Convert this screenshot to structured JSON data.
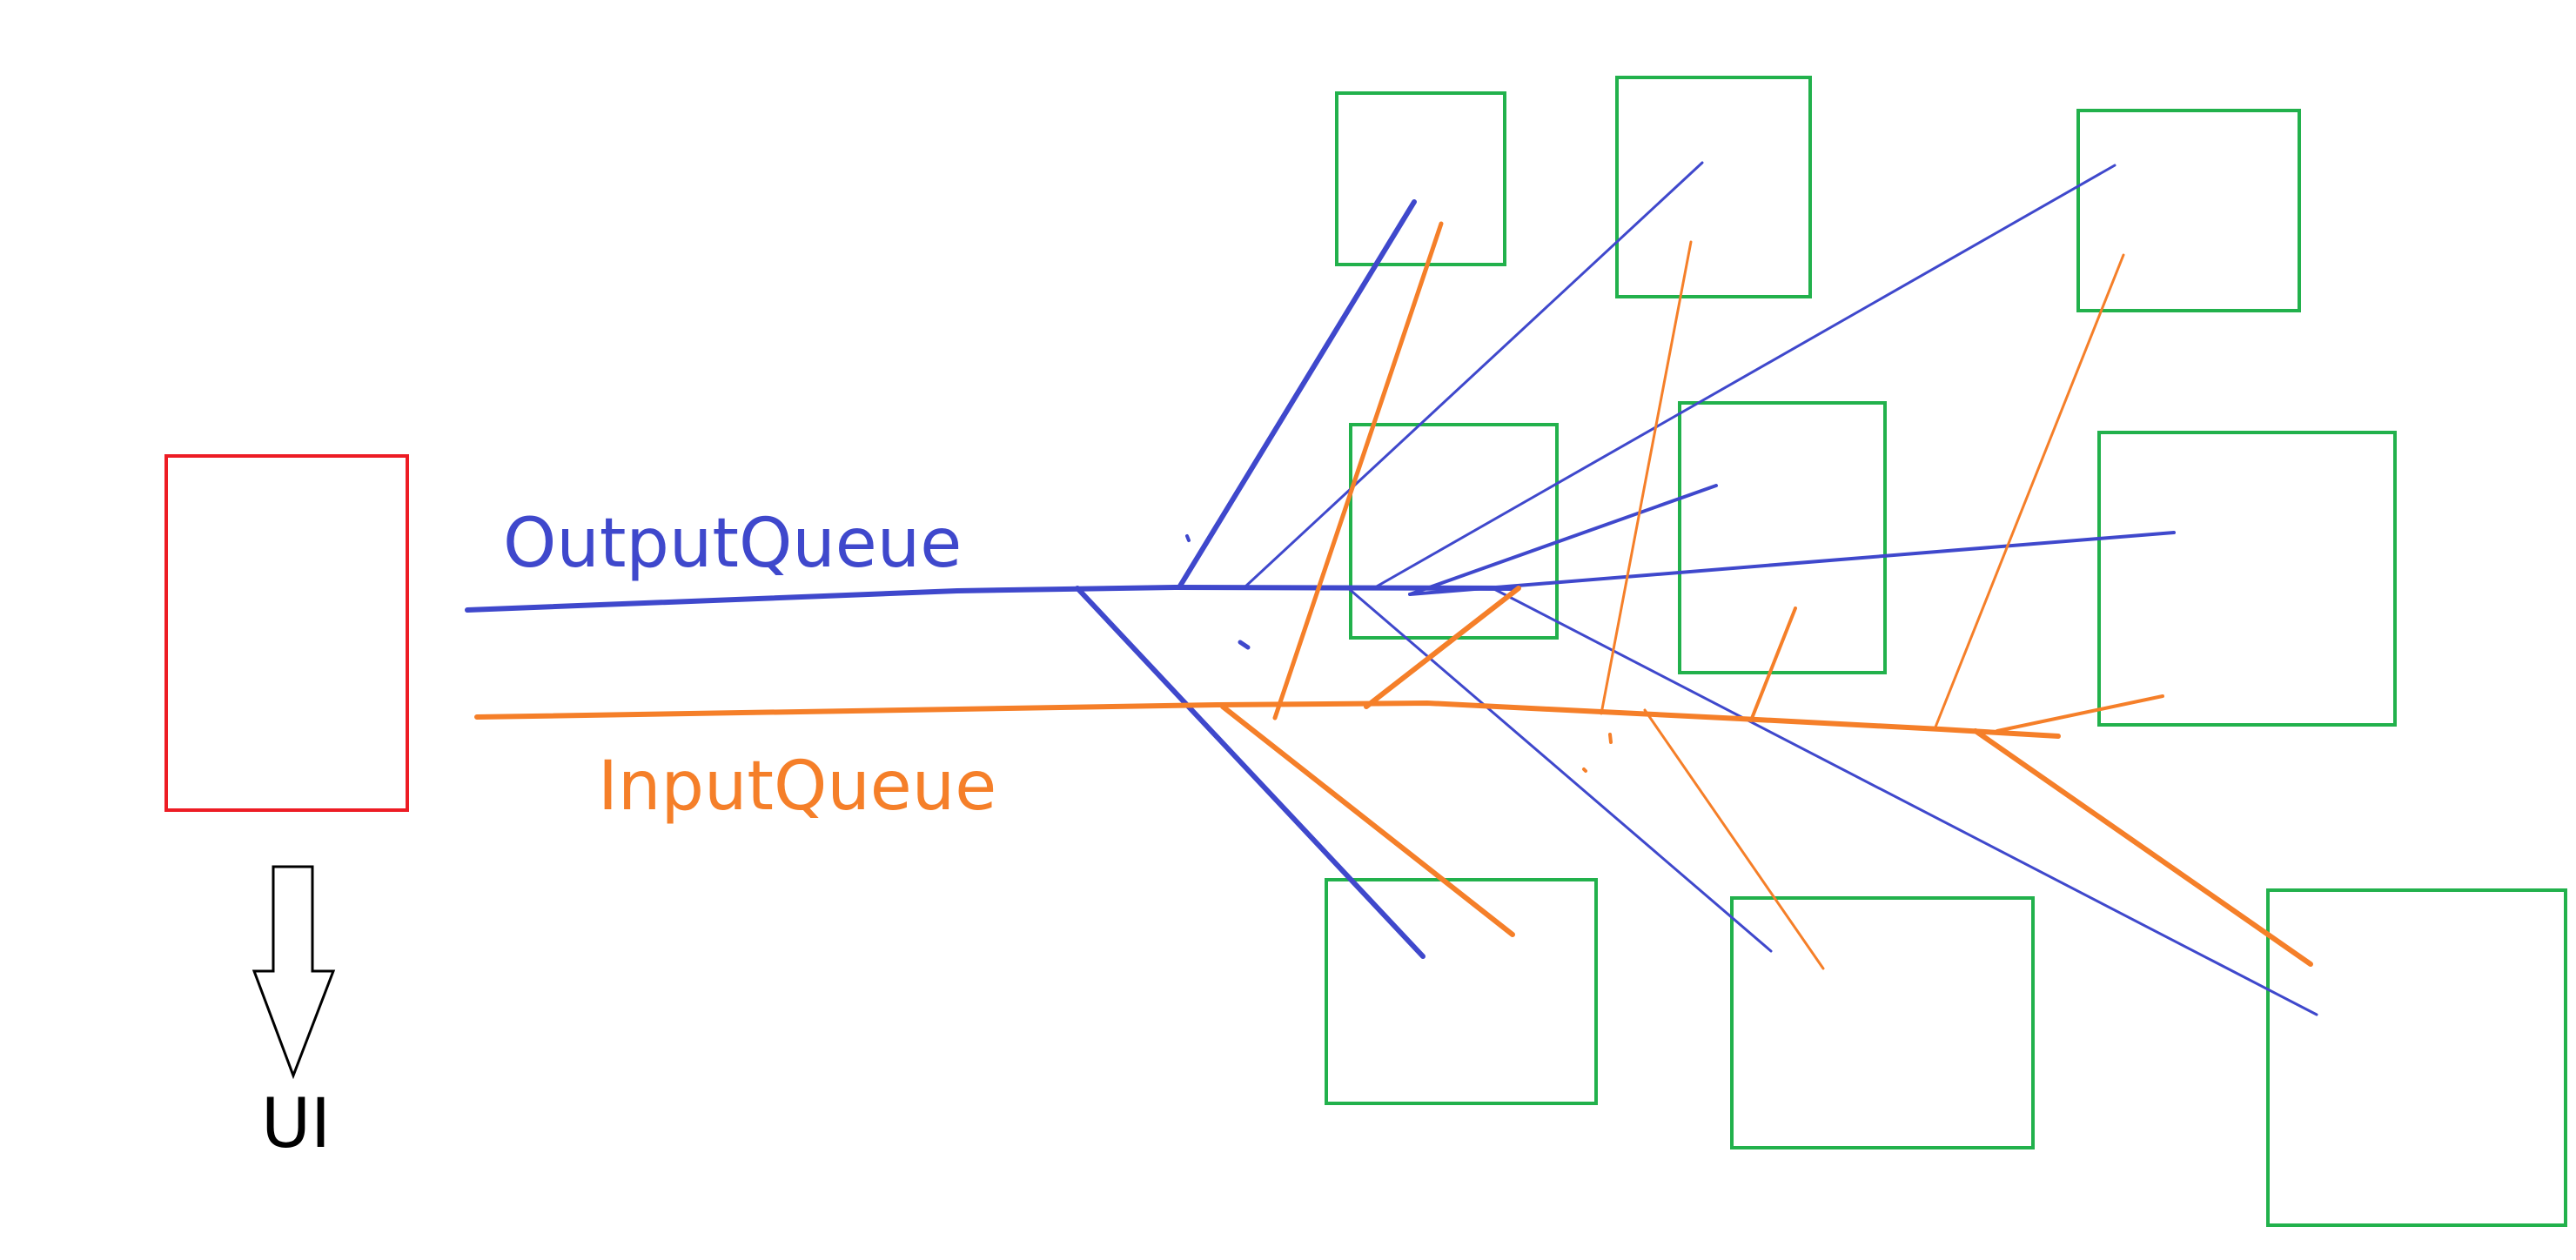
{
  "labels": {
    "output_queue": "OutputQueue",
    "input_queue": "InputQueue",
    "ui": "UI"
  },
  "colors": {
    "output": "#3f48cc",
    "input": "#f57f29",
    "worker_box": "#22b14c",
    "ui_box": "#ed1c24",
    "arrow": "#000000"
  }
}
